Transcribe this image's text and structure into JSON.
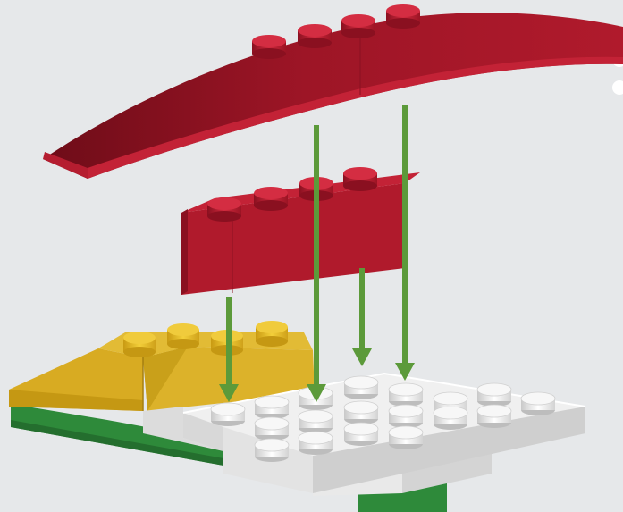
{
  "illustration": {
    "kind": "brick-assembly-step",
    "colors": {
      "background": "#e6e8ea",
      "red": "#a8192a",
      "red_dark": "#7f0f1c",
      "red_light": "#c32236",
      "yellow": "#dcb22a",
      "yellow_dark": "#b88f17",
      "white": "#f2f2f2",
      "white_shade": "#cfcfcf",
      "white_dark": "#a9a9a9",
      "green_base": "#2e8a3a",
      "arrow": "#5c9a3a"
    },
    "parts": [
      "curved-slope-red-1x4",
      "brick-red-1x4",
      "plate-white-4x6",
      "plate-white-small",
      "slope-yellow-2x4",
      "plate-green-base"
    ],
    "arrows": 4,
    "decoration": "page-edge-dots"
  }
}
